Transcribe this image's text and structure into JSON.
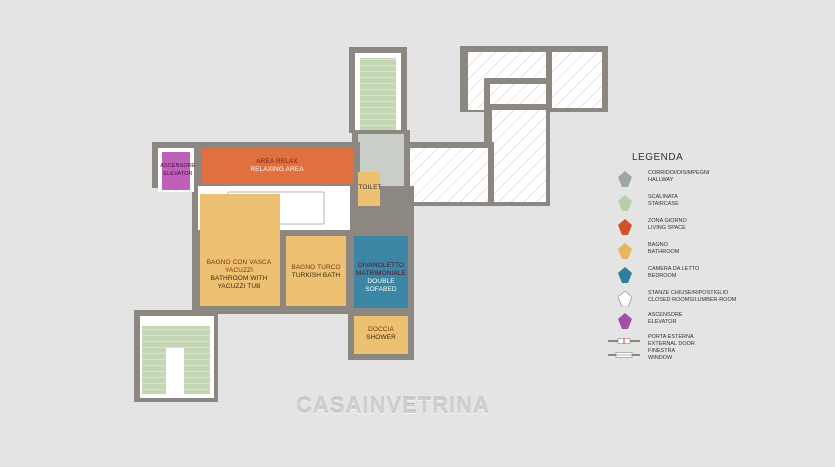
{
  "rooms": {
    "elevator": {
      "it": "ASCENSORE",
      "en": "ELEVATOR"
    },
    "relax": {
      "it": "AREA RELAX",
      "en": "RELAXING AREA"
    },
    "toilet": {
      "it": "TOILET"
    },
    "bath_tub": {
      "it": "BAGNO CON VASCA YACUZZI",
      "en": "BATHROOM WITH YACUZZI TUB"
    },
    "turkish": {
      "it": "BAGNO TURCO",
      "en": "TURKISH BATH"
    },
    "sofa": {
      "it": "DIVANOLETTO MATRIMONIALE",
      "en": "DOUBLE SOFABED"
    },
    "shower": {
      "it": "DOCCIA",
      "en": "SHOWER"
    }
  },
  "legend": {
    "title": "LEGENDA",
    "items": [
      {
        "it": "CORRIDOI/DISIMPEGNI",
        "en": "HALLWAY",
        "color": "#9fa8a0"
      },
      {
        "it": "SCALINATA",
        "en": "STAIRCASE",
        "color": "#b9cfa9"
      },
      {
        "it": "ZONA GIORNO",
        "en": "LIVING SPACE",
        "color": "#d2502a"
      },
      {
        "it": "BAGNO",
        "en": "BATHROOM",
        "color": "#e8b55c"
      },
      {
        "it": "CAMERA DA LETTO",
        "en": "BEDROOM",
        "color": "#2e7f9c"
      },
      {
        "it": "STANZE CHIUSE/RIPOSTIGLIO",
        "en": "CLOSED ROOMS/LUMBER-ROOM",
        "color": "#ffffff"
      },
      {
        "it": "ASCENSORE",
        "en": "ELEVATOR",
        "color": "#a24fa8"
      },
      {
        "it": "PORTA ESTERNA",
        "en": "EXTERNAL DOOR",
        "color": ""
      },
      {
        "it": "FINESTRA",
        "en": "WINDOW",
        "color": ""
      }
    ]
  },
  "watermark": "CASAINVETRINA",
  "colors": {
    "wall": "#8d8782",
    "hallway": "#c9cec9",
    "stair": "#bcd0ad",
    "living": "#e07040",
    "bath": "#eec072",
    "bedroom": "#3a86a4",
    "elevator": "#c060b8",
    "closed": "#ffffff"
  }
}
